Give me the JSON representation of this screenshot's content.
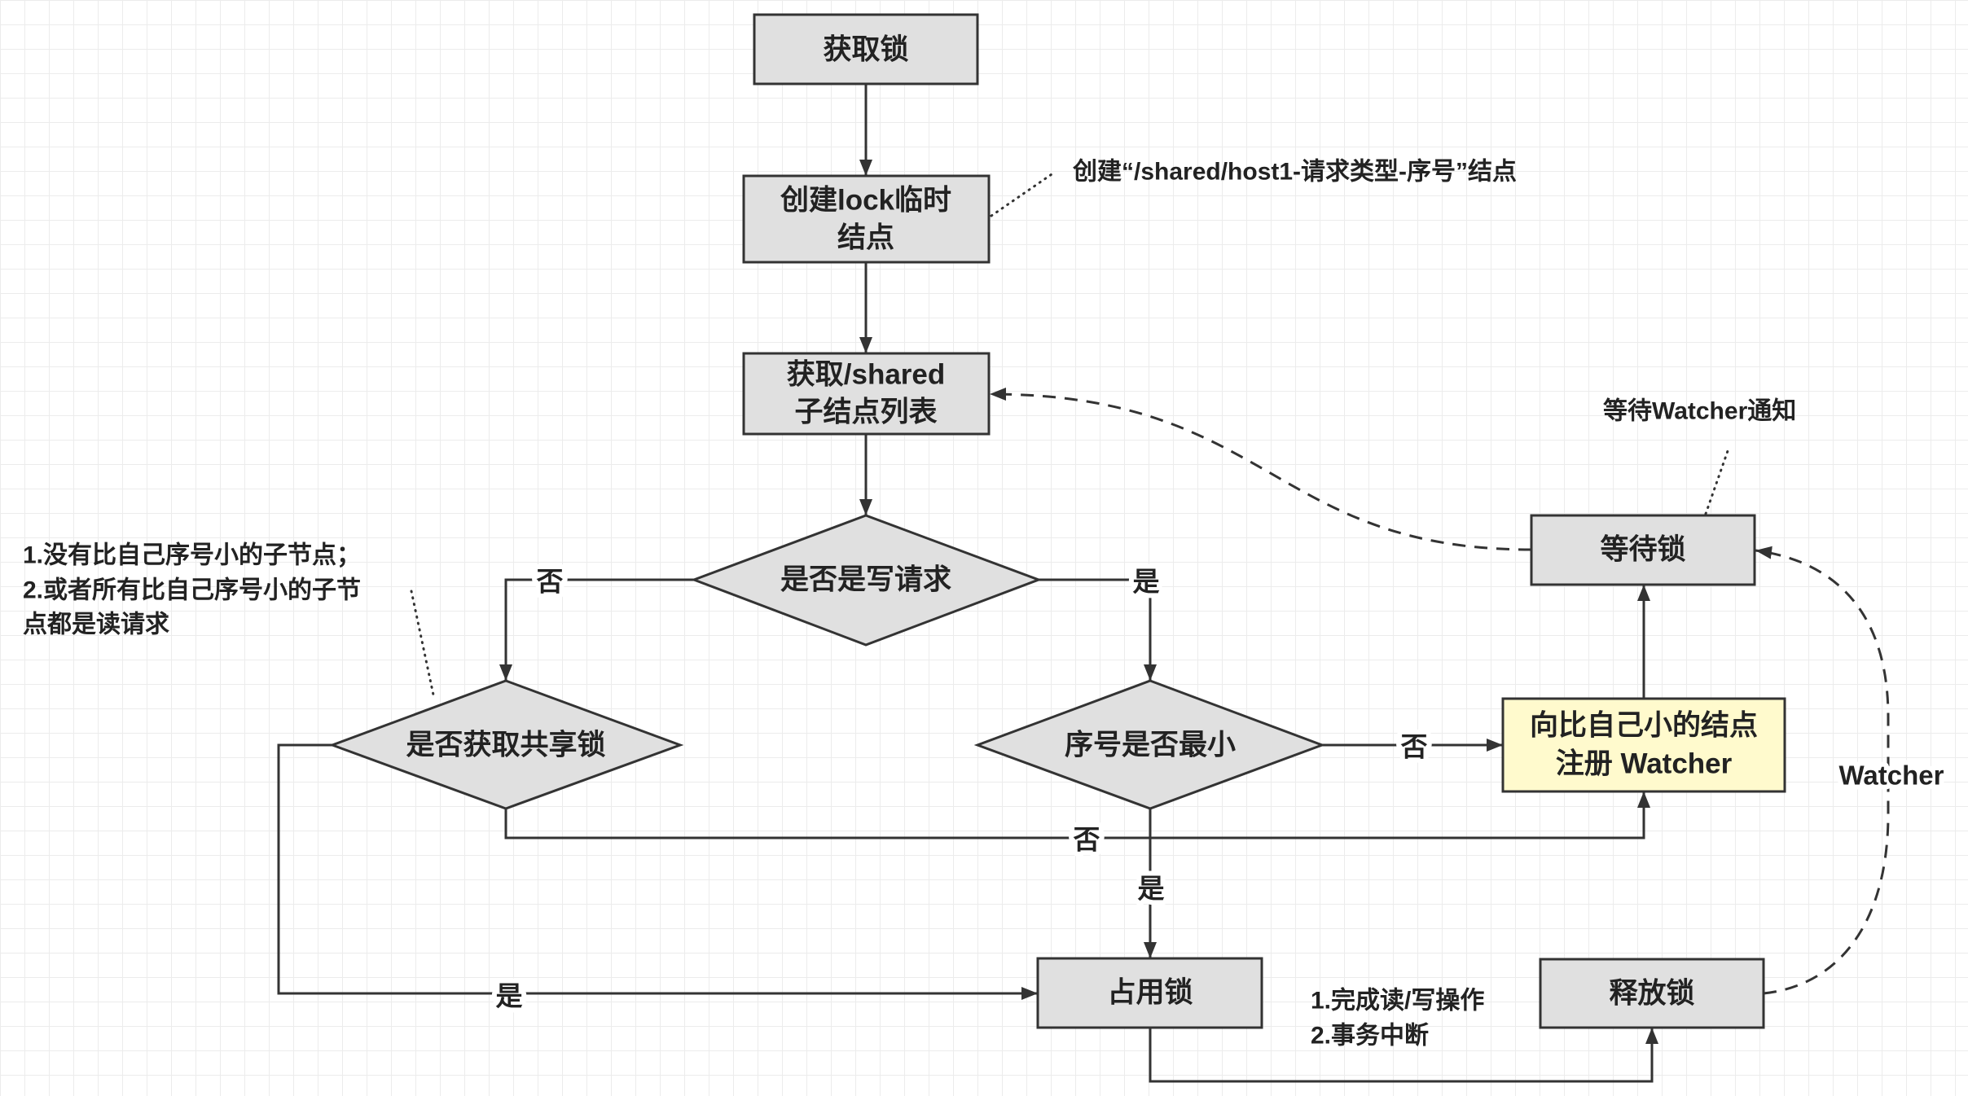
{
  "colors": {
    "process_fill": "#e0e0e0",
    "highlight_fill": "#fffacd"
  },
  "nodes": {
    "acquire_lock": {
      "lines": [
        "获取锁"
      ]
    },
    "create_node": {
      "lines": [
        "创建lock临时",
        "结点"
      ]
    },
    "get_children": {
      "lines": [
        "获取/shared",
        "子结点列表"
      ]
    },
    "is_write_request": {
      "lines": [
        "是否是写请求"
      ]
    },
    "is_shared_lock": {
      "lines": [
        "是否获取共享锁"
      ]
    },
    "is_smallest": {
      "lines": [
        "序号是否最小"
      ]
    },
    "register_watcher": {
      "lines": [
        "向比自己小的结点",
        "注册 Watcher"
      ]
    },
    "wait_lock": {
      "lines": [
        "等待锁"
      ]
    },
    "hold_lock": {
      "lines": [
        "占用锁"
      ]
    },
    "release_lock": {
      "lines": [
        "释放锁"
      ]
    }
  },
  "edge_labels": {
    "write_no": "否",
    "write_yes": "是",
    "smallest_no": "否",
    "shared_no": "否",
    "smallest_yes": "是",
    "shared_yes": "是",
    "release_to_wait": "Watcher"
  },
  "annotations": {
    "create_node_note": "创建“/shared/host1-请求类型-序号”结点",
    "wait_note": "等待Watcher通知",
    "release_note": [
      "1.完成读/写操作",
      "2.事务中断"
    ],
    "shared_condition_note": [
      "1.没有比自己序号小的子节点；",
      "2.或者所有比自己序号小的子节",
      "点都是读请求"
    ]
  }
}
